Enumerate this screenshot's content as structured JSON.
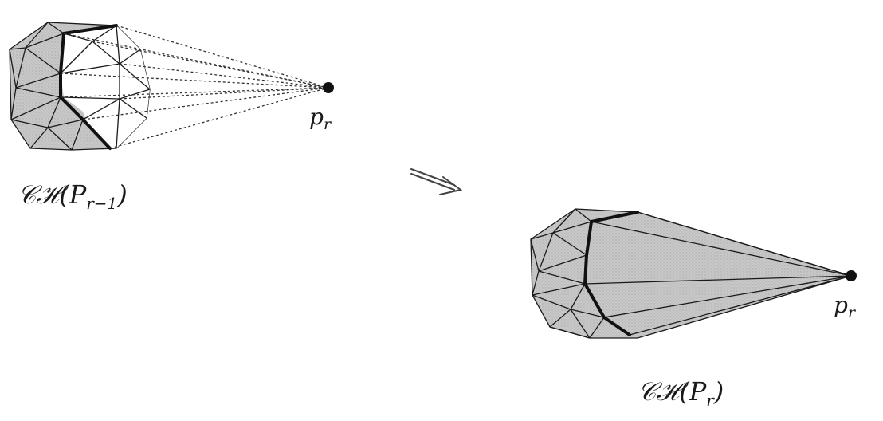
{
  "figure": {
    "left_label_prefix": "𝒞ℋ(",
    "left_label_var": "P",
    "left_label_sub": "r−1",
    "left_label_suffix": ")",
    "right_label_prefix": "𝒞ℋ(",
    "right_label_var": "P",
    "right_label_sub": "r",
    "right_label_suffix": ")",
    "point_label_var": "p",
    "point_label_sub": "r",
    "colors": {
      "face_fill": "#c4c4c4",
      "face_fill_light": "#d9d9d9",
      "visible_region": "#ffffff",
      "edge": "#1a1a1a",
      "horizon": "#111111",
      "point": "#111111"
    },
    "icons": {
      "arrow": "double-line-arrow-icon"
    }
  }
}
